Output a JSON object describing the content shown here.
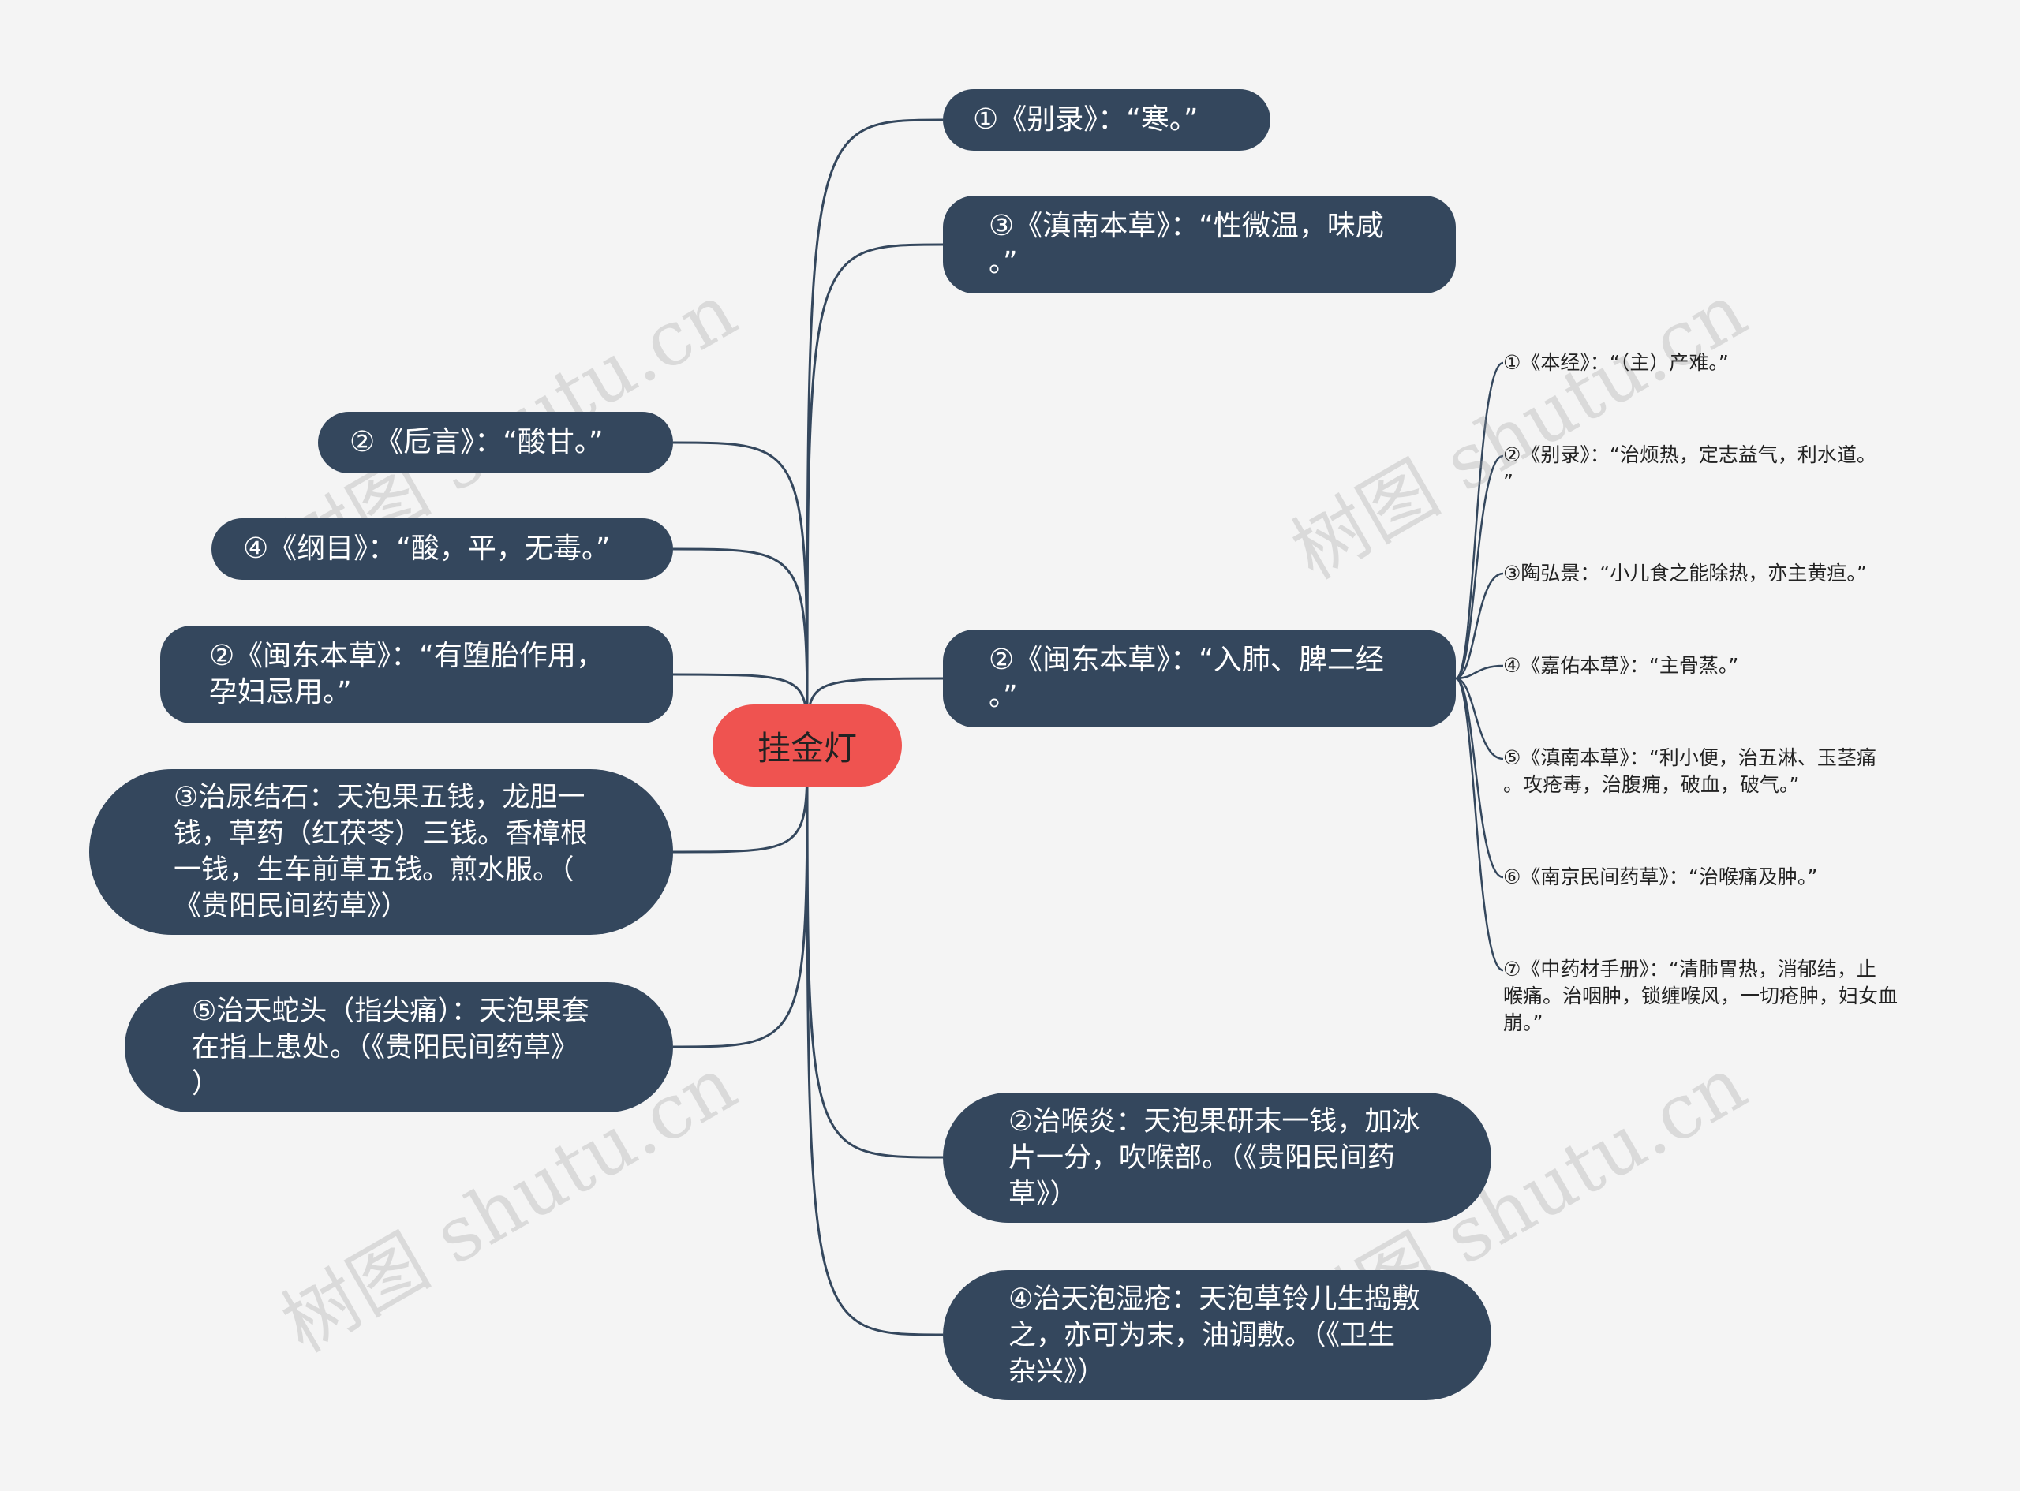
{
  "root": "挂金灯",
  "right_top": [
    {
      "text": "①《别录》：“寒。”"
    },
    {
      "text": "③《滇南本草》：“性微温，味咸\n。”"
    }
  ],
  "right_mid": {
    "text": "②《闽东本草》：“入肺、脾二经\n。”",
    "children": [
      "①《本经》：“（主）产难。”",
      "②《别录》：“治烦热，定志益气，利水道。\n”",
      "③陶弘景：“小儿食之能除热，亦主黄疸。”",
      "④《嘉佑本草》：“主骨蒸。”",
      "⑤《滇南本草》：“利小便，治五淋、玉茎痛\n。攻疮毒，治腹痈，破血，破气。”",
      "⑥《南京民间药草》：“治喉痛及肿。”",
      "⑦《中药材手册》：“清肺胃热，消郁结，止\n喉痛。治咽肿，锁缠喉风，一切疮肿，妇女血\n崩。”"
    ]
  },
  "right_bottom": [
    {
      "text": "②治喉炎：天泡果研末一钱，加冰\n片一分，吹喉部。（《贵阳民间药\n草》）"
    },
    {
      "text": "④治天泡湿疮：天泡草铃儿生捣敷\n之，亦可为末，油调敷。（《卫生\n杂兴》）"
    }
  ],
  "left": [
    {
      "text": "②《卮言》：“酸甘。”"
    },
    {
      "text": "④《纲目》：“酸，平，无毒。”"
    },
    {
      "text": "②《闽东本草》：“有堕胎作用，\n孕妇忌用。”"
    },
    {
      "text": "③治尿结石：天泡果五钱，龙胆一\n钱，草药（红茯苓）三钱。香樟根\n一钱，生车前草五钱。煎水服。（\n《贵阳民间药草》）"
    },
    {
      "text": "⑤治天蛇头（指尖痛）：天泡果套\n在指上患处。（《贵阳民间药草》\n）"
    }
  ],
  "watermark": "树图 shutu.cn",
  "colors": {
    "node": "#34475d",
    "root": "#ef5350",
    "line": "#34475d",
    "background": "#f4f4f4"
  }
}
